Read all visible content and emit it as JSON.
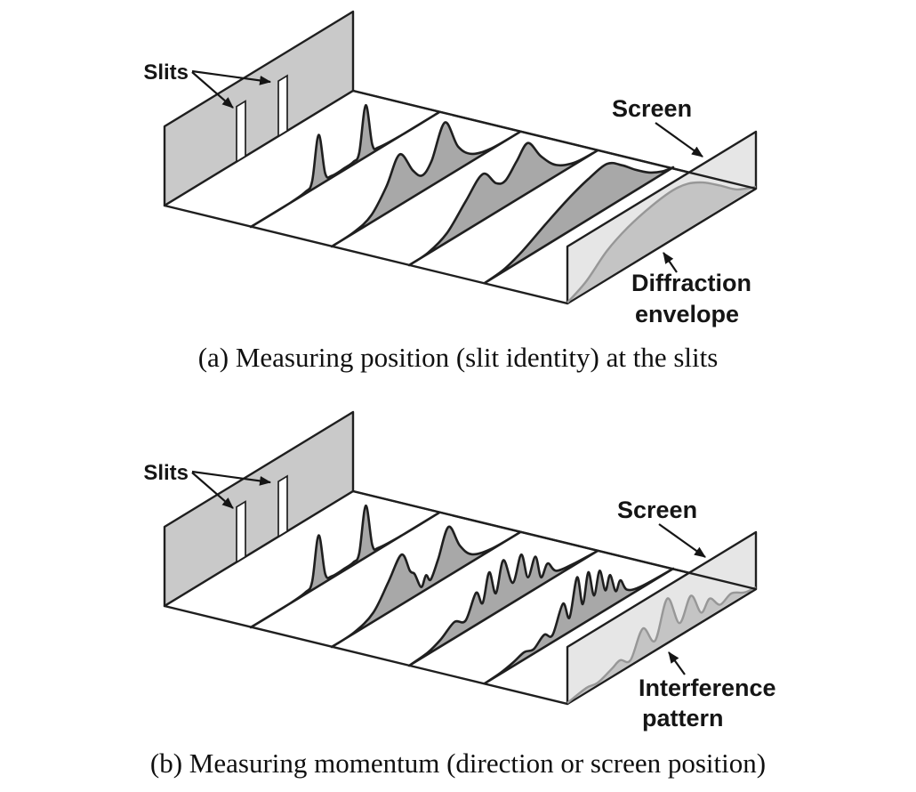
{
  "panels": [
    {
      "caption": "(a) Measuring position (slit identity) at the slits",
      "labels": {
        "slits": "Slits",
        "screen": "Screen",
        "result_line1": "Diffraction",
        "result_line2": "envelope"
      }
    },
    {
      "caption": "(b) Measuring momentum (direction or screen position)",
      "labels": {
        "slits": "Slits",
        "screen": "Screen",
        "result_line1": "Interference",
        "result_line2": "pattern"
      }
    }
  ],
  "colors": {
    "background": "#ffffff",
    "outline": "#1f1f1f",
    "wall_fill": "#c9c9c9",
    "slit_fill": "#ffffff",
    "floor_fill": "#ffffff",
    "profile_fill": "#a8a8a8",
    "screen_fill": "#e6e6e6",
    "screen_pattern_fill": "#c4c4c4",
    "screen_pattern_stroke": "#979797",
    "text": "#151515"
  }
}
